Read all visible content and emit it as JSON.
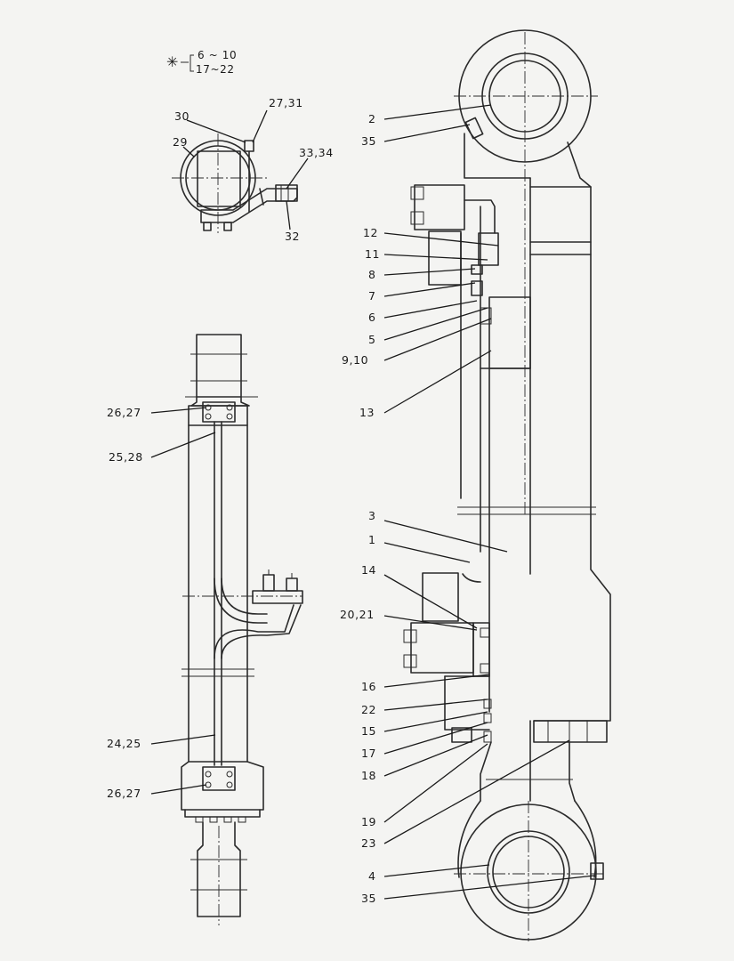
{
  "legend": {
    "symbol": "✳",
    "range_1": "6 ~ 10",
    "range_2": "17~22"
  },
  "labels": {
    "p2": "2",
    "p35a": "35",
    "p12": "12",
    "p11": "11",
    "p8": "8",
    "p7": "7",
    "p6": "6",
    "p5": "5",
    "p9_10": "9,10",
    "p13": "13",
    "p3": "3",
    "p1": "1",
    "p14": "14",
    "p20_21": "20,21",
    "p16": "16",
    "p22": "22",
    "p15": "15",
    "p17": "17",
    "p18": "18",
    "p19": "19",
    "p23": "23",
    "p4": "4",
    "p35b": "35",
    "p30": "30",
    "p27_31": "27,31",
    "p29": "29",
    "p33_34": "33,34",
    "p32": "32",
    "p26_27a": "26,27",
    "p25_28": "25,28",
    "p24_25": "24,25",
    "p26_27b": "26,27"
  }
}
